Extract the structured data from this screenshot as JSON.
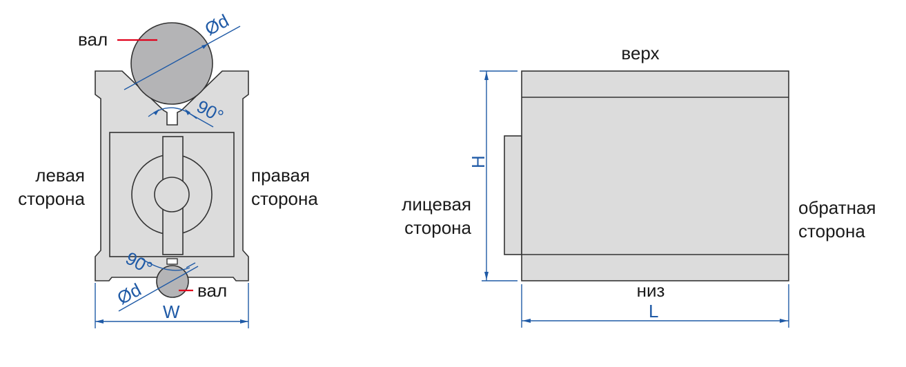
{
  "front_view": {
    "shaft_label_top": "вал",
    "shaft_label_bottom": "вал",
    "diameter_top": "Ød",
    "diameter_bottom": "Ød",
    "angle_top": "90°",
    "angle_bottom": "90°",
    "width_label": "W",
    "left_side": [
      "левая",
      "сторона"
    ],
    "right_side": [
      "правая",
      "сторона"
    ]
  },
  "side_view": {
    "top_label": "верх",
    "bottom_label": "низ",
    "height_label": "H",
    "length_label": "L",
    "front_side": [
      "лицевая",
      "сторона"
    ],
    "back_side": [
      "обратная",
      "сторона"
    ]
  },
  "colors": {
    "dimension": "#1f5aa6",
    "leader": "#e0001b",
    "body": "#dcdcdc",
    "shaft": "#b4b4b6"
  }
}
